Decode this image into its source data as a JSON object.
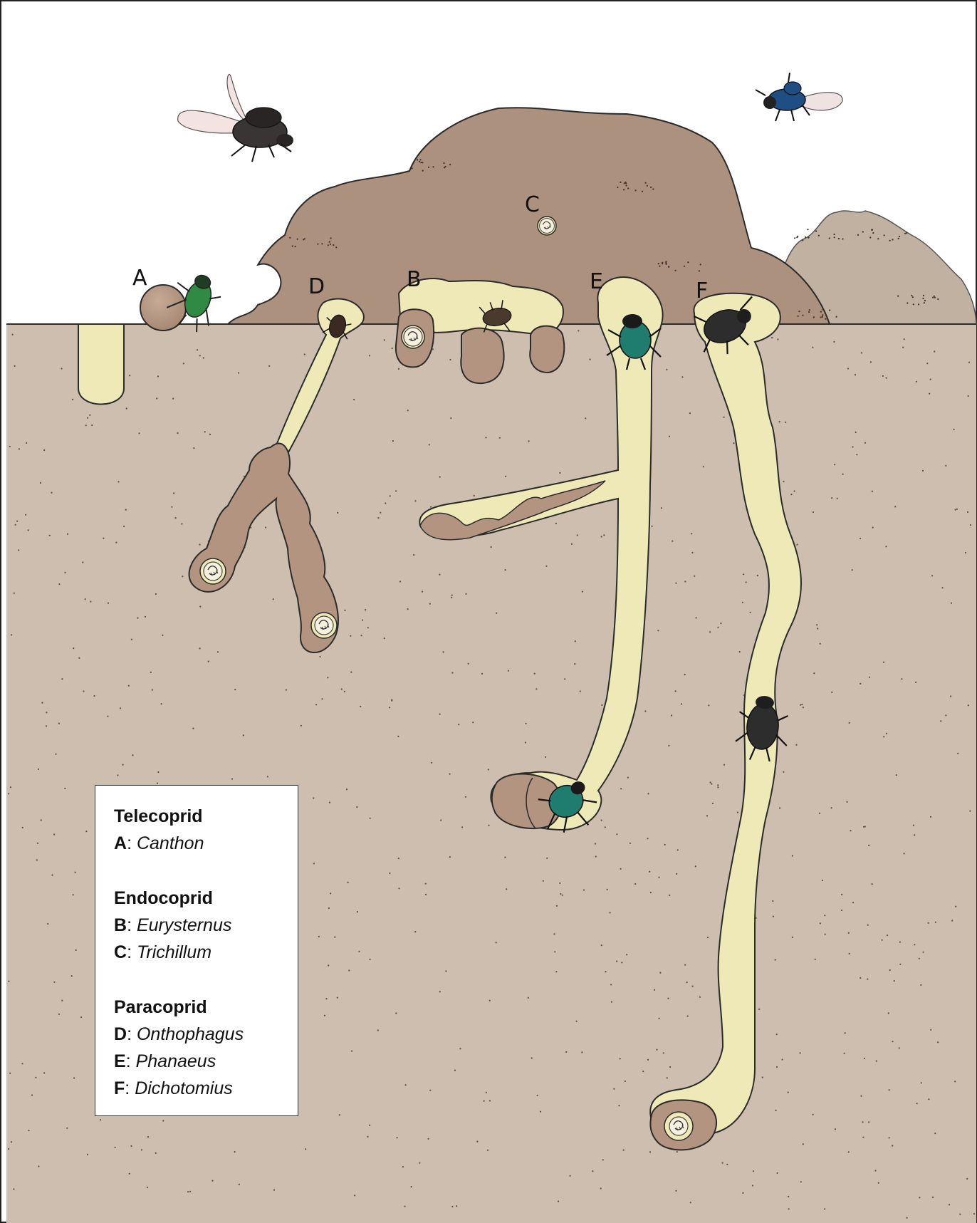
{
  "colors": {
    "background": "#ffffff",
    "soil": "#cdbeaf",
    "dung": "#ad917f",
    "dung_far": "#c0b1a1",
    "burrow": "#efe9b7",
    "brood_ball": "#b29480",
    "outline": "#2b2b2b",
    "beetle_green": "#2f8a43",
    "beetle_teal": "#1f7d6f",
    "beetle_dark": "#2d2d2d",
    "beetle_blue": "#1f4e84"
  },
  "diagram": {
    "labels": {
      "a": "A",
      "b": "B",
      "c": "C",
      "d": "D",
      "e": "E",
      "f": "F"
    }
  },
  "legend": {
    "groups": [
      {
        "heading": "Telecoprid",
        "items": [
          {
            "letter": "A",
            "genus": "Canthon"
          }
        ]
      },
      {
        "heading": "Endocoprid",
        "items": [
          {
            "letter": "B",
            "genus": "Eurysternus"
          },
          {
            "letter": "C",
            "genus": "Trichillum"
          }
        ]
      },
      {
        "heading": "Paracoprid",
        "items": [
          {
            "letter": "D",
            "genus": "Onthophagus"
          },
          {
            "letter": "E",
            "genus": "Phanaeus"
          },
          {
            "letter": "F",
            "genus": "Dichotomius"
          }
        ]
      }
    ]
  }
}
